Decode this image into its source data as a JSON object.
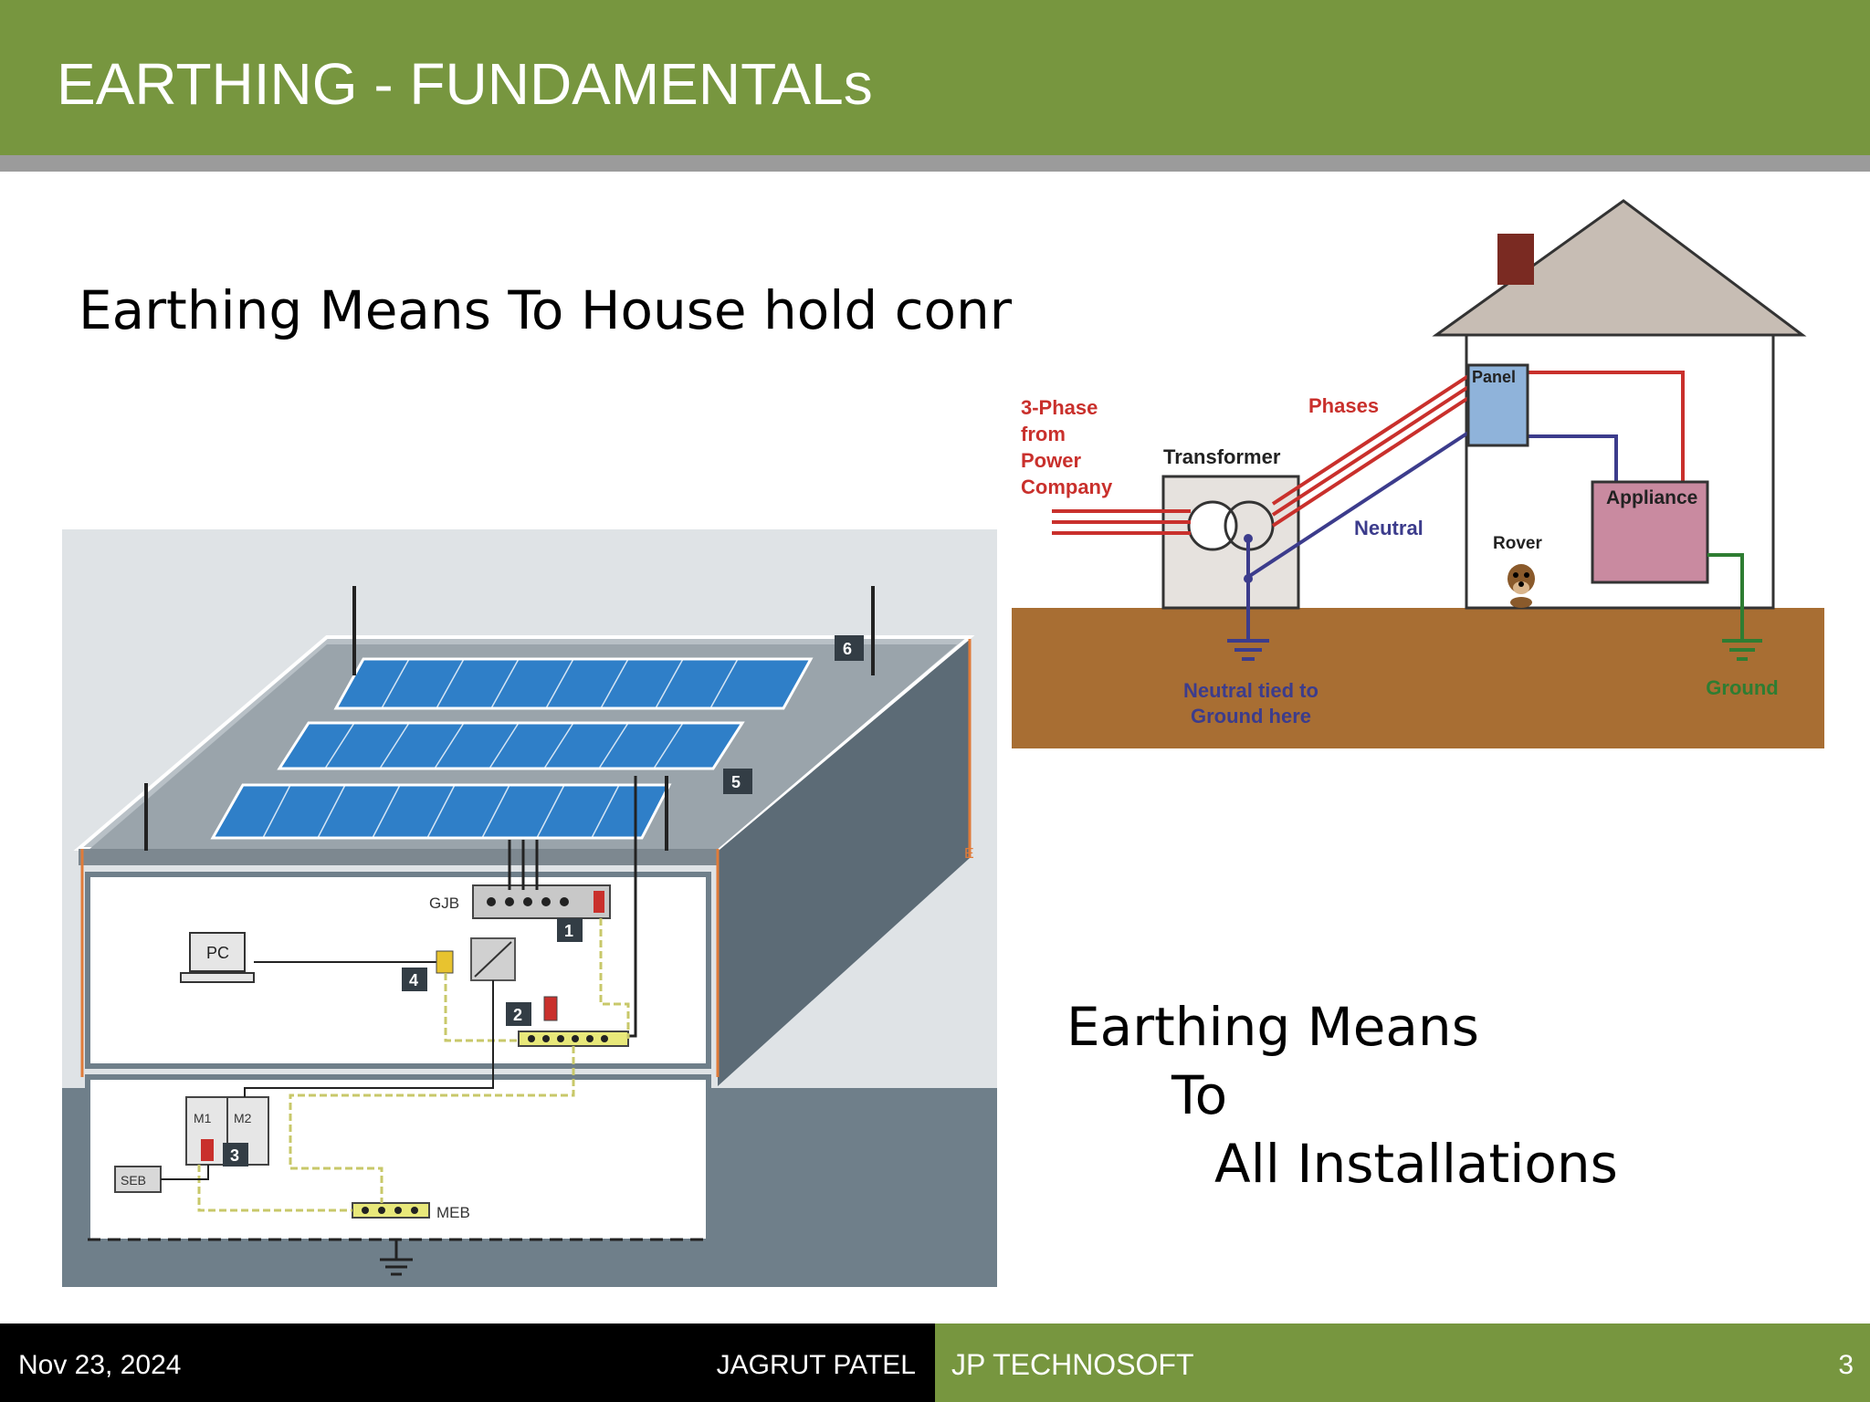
{
  "slide": {
    "title": "EARTHING - FUNDAMENTALs",
    "text_household": "Earthing Means To House hold connection",
    "text_installations_line1": "Earthing Means",
    "text_installations_line2": "To",
    "text_installations_line3": "All Installations"
  },
  "house_diagram": {
    "label_3phase_1": "3-Phase",
    "label_3phase_2": "from",
    "label_3phase_3": "Power",
    "label_3phase_4": "Company",
    "label_transformer": "Transformer",
    "label_phases": "Phases",
    "label_panel": "Panel",
    "label_appliance": "Appliance",
    "label_neutral": "Neutral",
    "label_rover": "Rover",
    "label_neutral_tied_1": "Neutral tied to",
    "label_neutral_tied_2": "Ground here",
    "label_ground": "Ground",
    "colors": {
      "phase": "#c9302c",
      "neutral": "#3c3c8c",
      "ground_wire": "#2e7d32",
      "soil": "#a86e33",
      "panel": "#8fb3da",
      "appliance": "#c98aa0"
    }
  },
  "solar_diagram": {
    "label_gjb": "GJB",
    "label_pc": "PC",
    "label_meb": "MEB",
    "label_seb": "SEB",
    "label_m1": "M1",
    "label_m2": "M2",
    "label_n1": "1",
    "label_n2": "2",
    "label_n3": "3",
    "label_n4": "4",
    "label_n5": "5",
    "label_n6": "6",
    "label_e": "E"
  },
  "footer": {
    "date": "Nov 23, 2024",
    "author": "JAGRUT PATEL",
    "company": "JP TECHNOSOFT",
    "page_number": "3"
  }
}
